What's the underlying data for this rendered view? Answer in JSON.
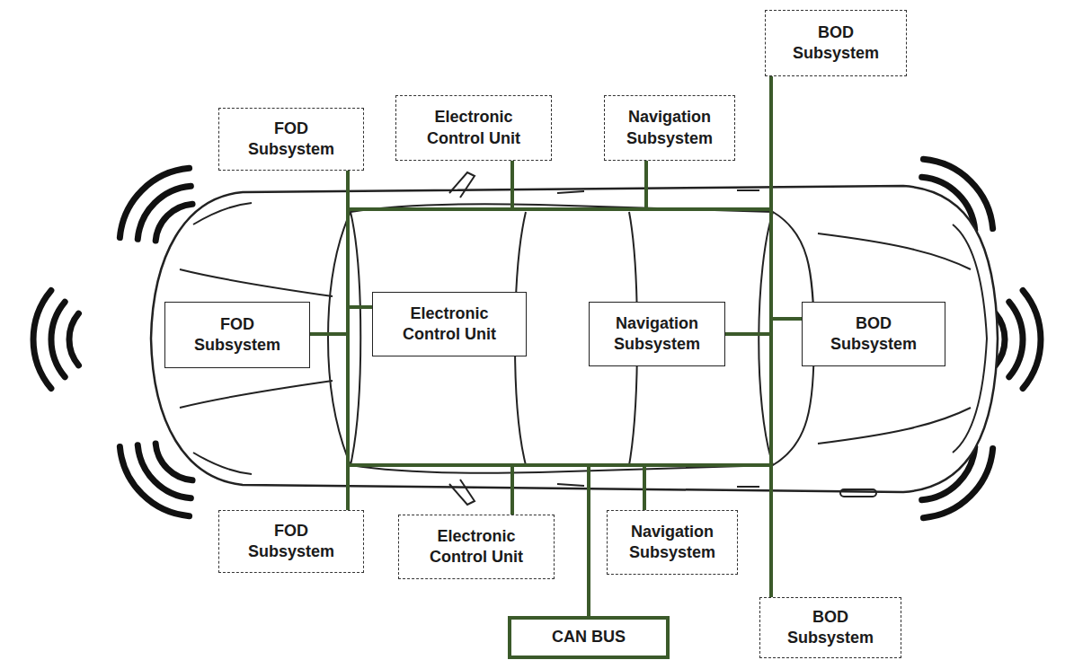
{
  "diagram": {
    "nodes": [
      {
        "text": [
          "BOD Subsystem"
        ]
      },
      {
        "text": [
          "FOD Subsystem"
        ]
      },
      {
        "text": [
          "Electronic Control Unit"
        ]
      },
      {
        "text": [
          "Navigation Subsystem"
        ]
      },
      {
        "text": [
          "FOD Subsystem"
        ]
      },
      {
        "text": [
          "Electronic Control Unit"
        ]
      },
      {
        "text": [
          "Navigation Subsystem"
        ]
      },
      {
        "text": [
          "BOD Subsystem"
        ]
      },
      {
        "text": [
          "FOD Subsystem"
        ]
      },
      {
        "text": [
          "Electronic Control Unit"
        ]
      },
      {
        "text": [
          "Navigation Subsystem"
        ]
      },
      {
        "text": [
          "CAN BUS"
        ]
      },
      {
        "text": [
          "BOD Subsystem"
        ]
      }
    ],
    "edges": [
      {
        "from": 11,
        "to": 0,
        "arrow": "none"
      },
      {
        "from": 11,
        "to": 1,
        "arrow": "none"
      },
      {
        "from": 11,
        "to": 2,
        "arrow": "none"
      },
      {
        "from": 11,
        "to": 3,
        "arrow": "none"
      },
      {
        "from": 11,
        "to": 4,
        "arrow": "none"
      },
      {
        "from": 11,
        "to": 5,
        "arrow": "none"
      },
      {
        "from": 11,
        "to": 6,
        "arrow": "none"
      },
      {
        "from": 11,
        "to": 7,
        "arrow": "none"
      },
      {
        "from": 11,
        "to": 8,
        "arrow": "none"
      },
      {
        "from": 11,
        "to": 9,
        "arrow": "none"
      },
      {
        "from": 11,
        "to": 10,
        "arrow": "none"
      },
      {
        "from": 11,
        "to": 12,
        "arrow": "none"
      }
    ]
  }
}
